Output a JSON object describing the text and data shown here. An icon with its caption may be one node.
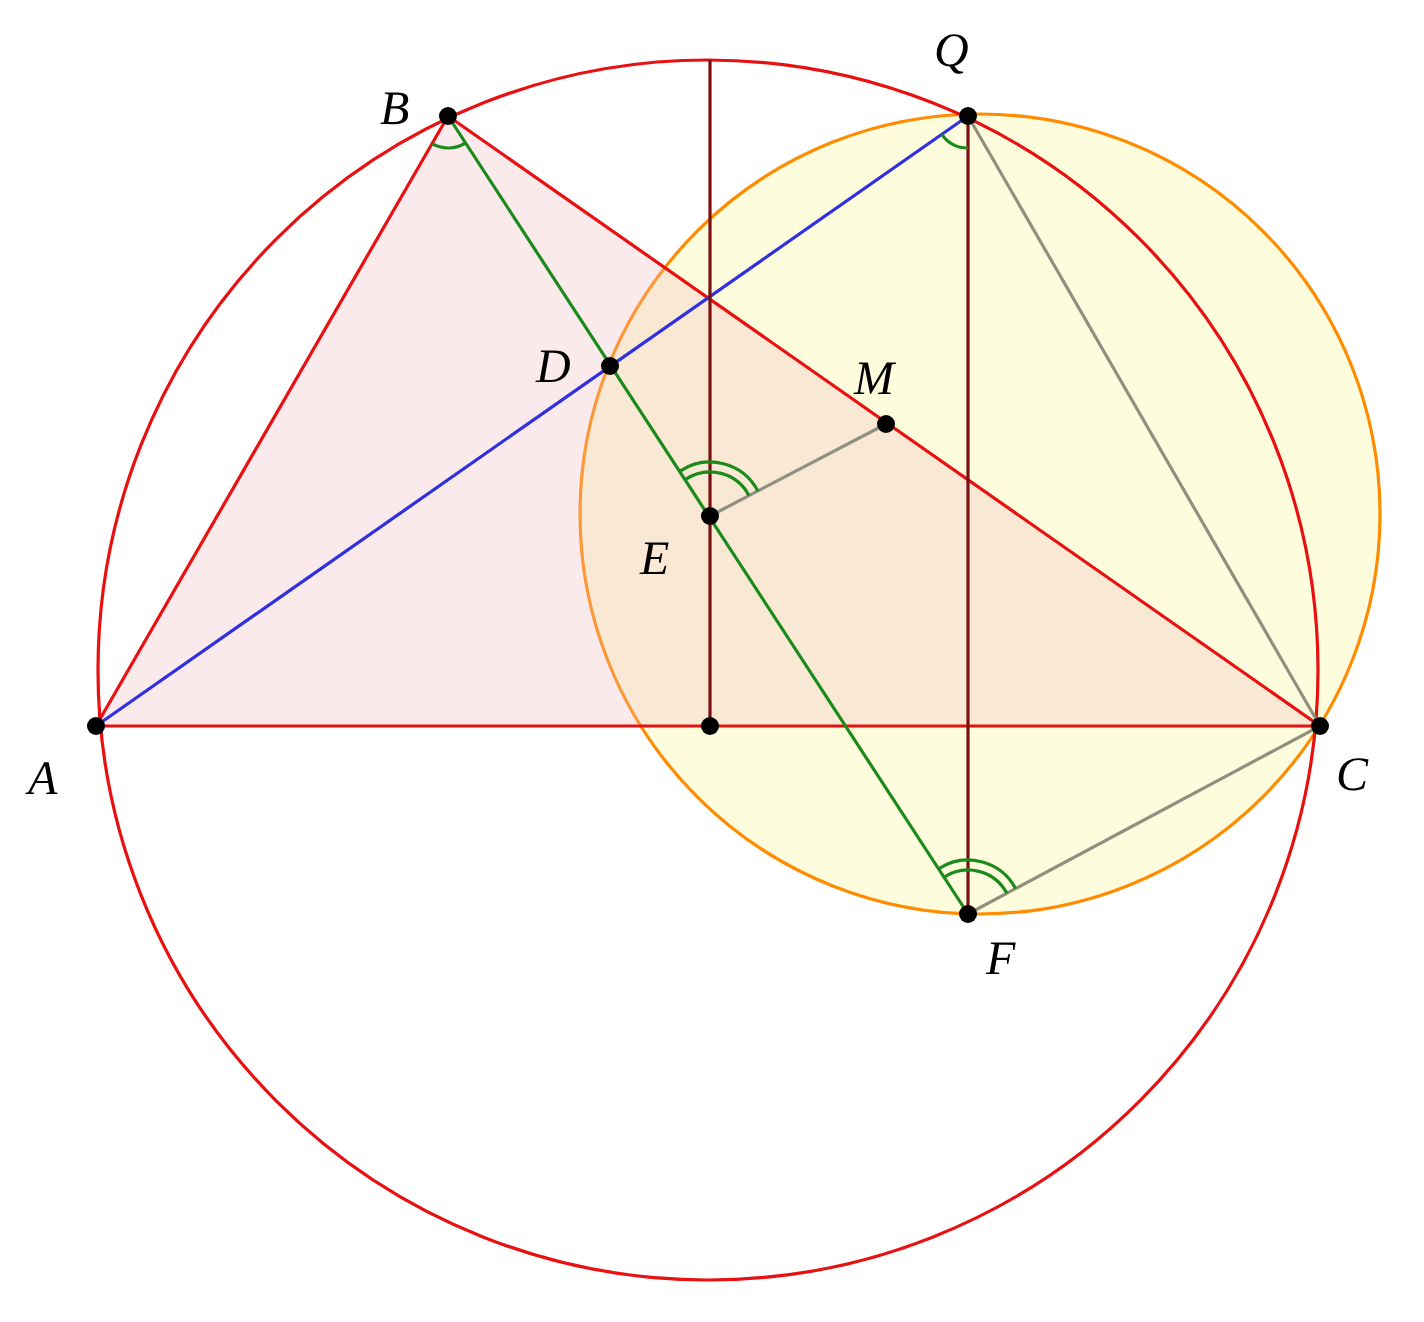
{
  "diagram": {
    "labels": [
      "B",
      "Q",
      "D",
      "M",
      "E",
      "A",
      "C",
      "F"
    ]
  }
}
